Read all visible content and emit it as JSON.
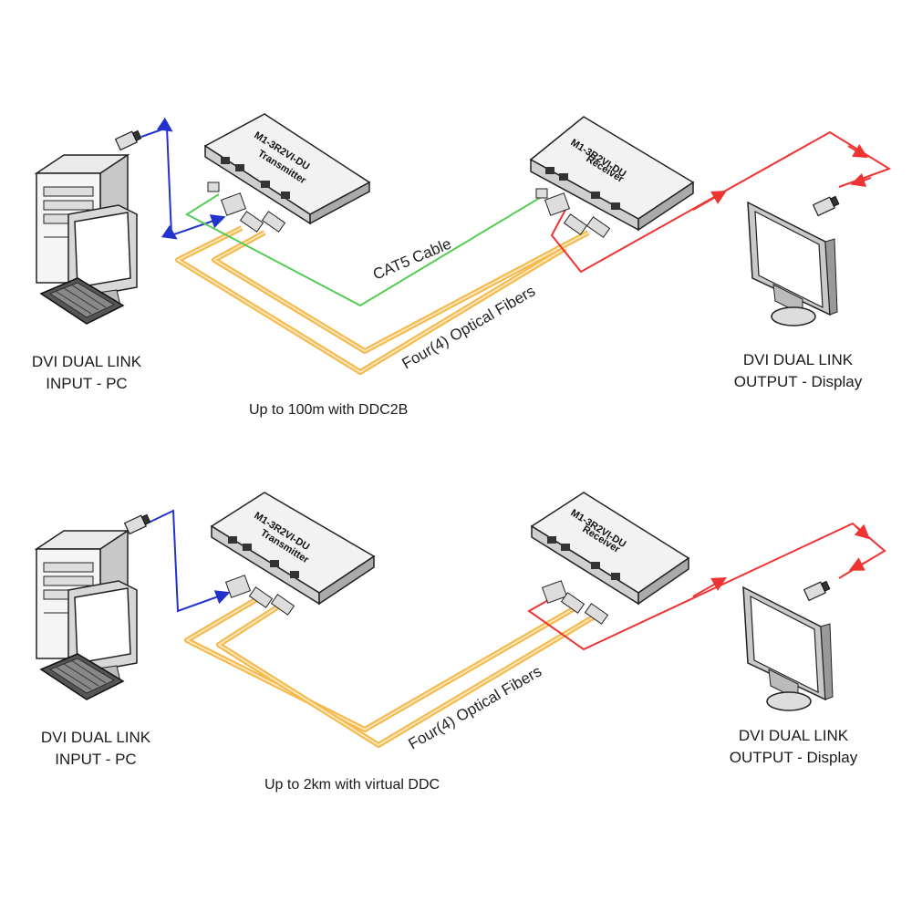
{
  "colors": {
    "dvi_input": "#2233cc",
    "cat5": "#55cc55",
    "fiber": "#f5b84a",
    "fiber_inner": "#fde6b8",
    "dvi_output": "#ee3333",
    "device_top": "#f2f2f2",
    "device_side": "#cfcfcf"
  },
  "icons": [
    "pc-tower-icon",
    "pc-monitor-icon",
    "keyboard-icon",
    "display-monitor-icon",
    "dvi-connector-icon",
    "fiber-connector-icon"
  ],
  "diagrams": [
    {
      "transmitter": {
        "model": "M1-3R2VI-DU",
        "role": "Transmitter"
      },
      "receiver": {
        "model": "M1-3R2VI-DU",
        "role": "Receiver"
      },
      "cat5_label": "CAT5 Cable",
      "fiber_label": "Four(4) Optical Fibers",
      "input_label": [
        "DVI DUAL LINK",
        "INPUT - PC"
      ],
      "output_label": [
        "DVI DUAL LINK",
        "OUTPUT - Display"
      ],
      "caption": "Up to 100m with DDC2B"
    },
    {
      "transmitter": {
        "model": "M1-3R2VI-DU",
        "role": "Transmitter"
      },
      "receiver": {
        "model": "M1-3R2VI-DU",
        "role": "Receiver"
      },
      "fiber_label": "Four(4) Optical Fibers",
      "input_label": [
        "DVI DUAL LINK",
        "INPUT - PC"
      ],
      "output_label": [
        "DVI DUAL LINK",
        "OUTPUT - Display"
      ],
      "caption": "Up to 2km with virtual DDC"
    }
  ]
}
